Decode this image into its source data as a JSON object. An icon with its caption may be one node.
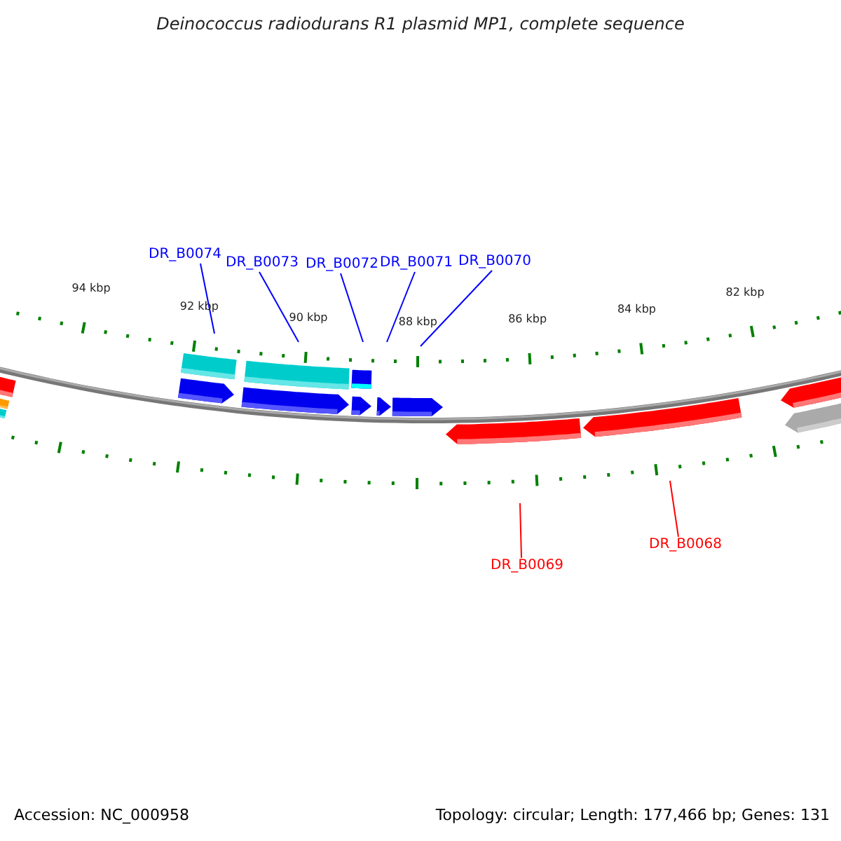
{
  "diagram": {
    "title": "Deinococcus radiodurans R1 plasmid MP1, complete sequence",
    "nodes": [
      {
        "text": [
          "DR_B0074"
        ]
      },
      {
        "text": [
          "DR_B0073"
        ]
      },
      {
        "text": [
          "DR_B0072"
        ]
      },
      {
        "text": [
          "DR_B0071"
        ]
      },
      {
        "text": [
          "DR_B0070"
        ]
      },
      {
        "text": [
          "DR_B0069"
        ]
      },
      {
        "text": [
          "DR_B0068"
        ]
      }
    ],
    "edges": [
      {
        "from": 0,
        "to": null,
        "arrow": "none"
      },
      {
        "from": 1,
        "to": null,
        "arrow": "none"
      },
      {
        "from": 2,
        "to": null,
        "arrow": "none"
      },
      {
        "from": 3,
        "to": null,
        "arrow": "none"
      },
      {
        "from": 4,
        "to": null,
        "arrow": "none"
      },
      {
        "from": 5,
        "to": null,
        "arrow": "none",
        "color": "#ff0000"
      },
      {
        "from": 6,
        "to": null,
        "arrow": "none",
        "color": "#ff0000"
      }
    ],
    "labels": [
      "94 kbp",
      "92 kbp",
      "90 kbp",
      "88 kbp",
      "86 kbp",
      "84 kbp",
      "82 kbp",
      "Accession: NC_000958",
      "Topology: circular; Length: 177,466 bp; Genes: 131"
    ]
  }
}
